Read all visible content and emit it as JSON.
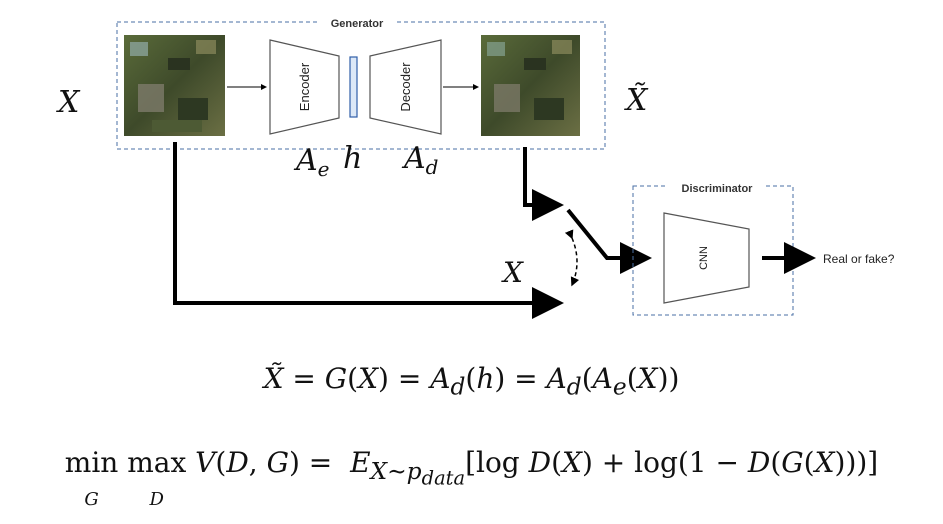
{
  "generator": {
    "title": "Generator",
    "encoder_label": "Encoder",
    "decoder_label": "Decoder",
    "symbol_encoder": "A_e",
    "symbol_latent": "h",
    "symbol_decoder": "A_d"
  },
  "input_symbol": "X",
  "output_symbol": "X̃",
  "switch_symbol": "X",
  "discriminator": {
    "title": "Discriminator",
    "cnn_label": "CNN",
    "output_label": "Real or fake?"
  },
  "equations": {
    "eq1": "X̃ = G(X) = A_d(h) = A_d(A_e(X))",
    "eq2": "min_G max_D V(D, G) = E_{X∼p_data}[log D(X) + log(1 − D(G(X)))]"
  },
  "colors": {
    "box_border": "#4a6fa5",
    "arrow": "#000000",
    "encoder_stroke": "#555555",
    "latent": "#2f5ea8"
  }
}
